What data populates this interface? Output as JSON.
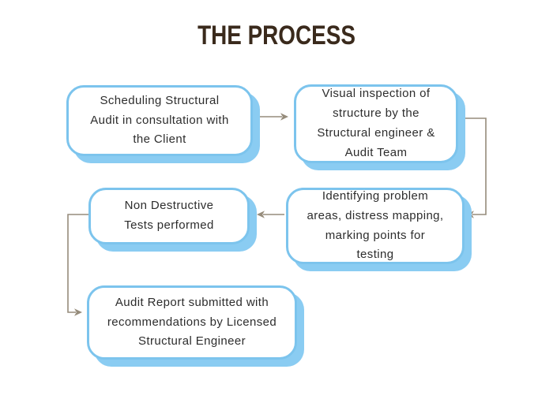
{
  "page": {
    "title": "THE PROCESS"
  },
  "flow": {
    "steps": [
      {
        "id": 1,
        "label": "Scheduling Structural\nAudit in consultation with\nthe Client"
      },
      {
        "id": 2,
        "label": "Visual inspection of\nstructure by the\nStructural engineer &\nAudit Team"
      },
      {
        "id": 3,
        "label": "Identifying problem\nareas, distress mapping,\nmarking points for\ntesting"
      },
      {
        "id": 4,
        "label": "Non Destructive\nTests performed"
      },
      {
        "id": 5,
        "label": "Audit Report submitted with\nrecommendations by Licensed\nStructural Engineer"
      }
    ]
  },
  "colors": {
    "background": "#ffffff",
    "box_border": "#7cc4ed",
    "box_shadow": "#8accf2",
    "connector": "#968c7b",
    "title_text": "#3a2a1c",
    "step_text": "#2d2d2d"
  }
}
